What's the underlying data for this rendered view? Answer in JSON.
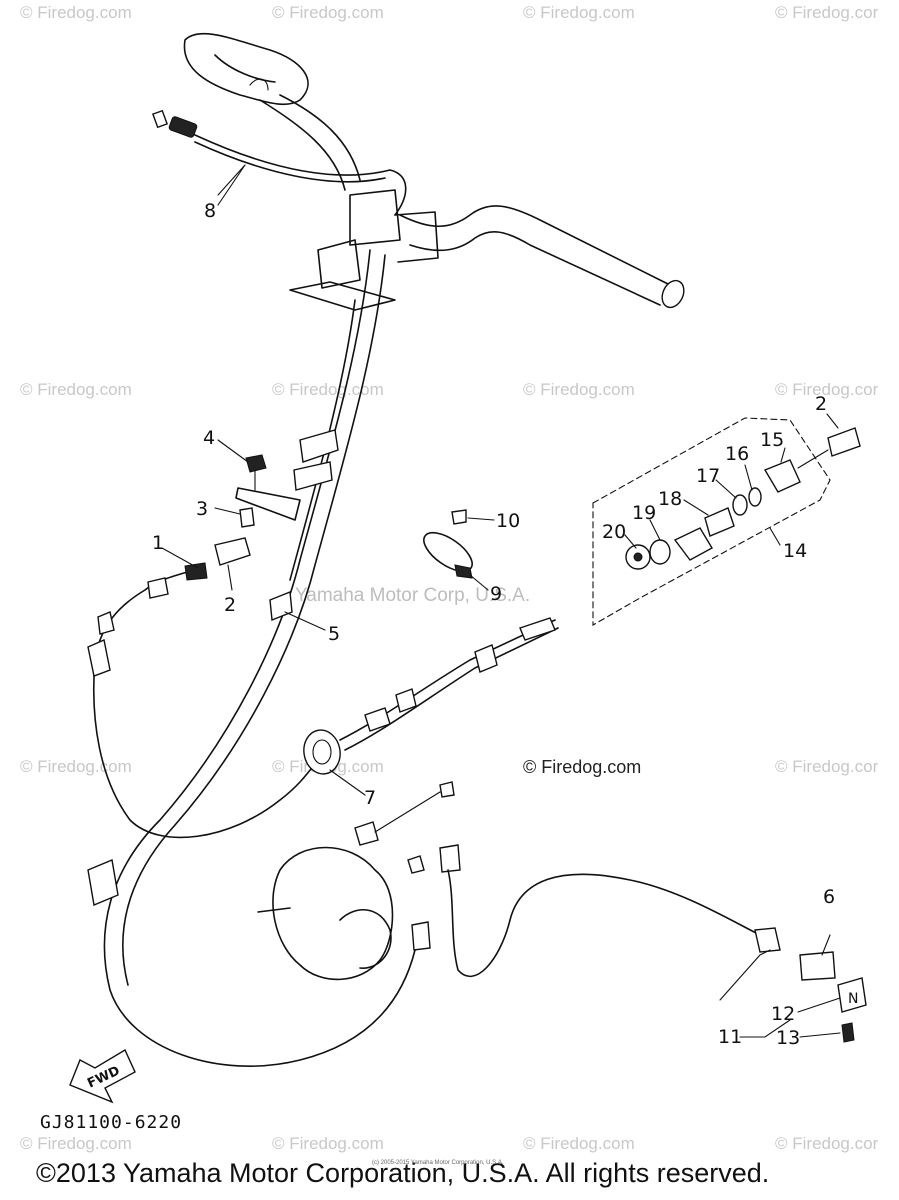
{
  "watermark": {
    "text": "© Firedog.com",
    "edge_text": "© Firedog.cor",
    "center_text": "© Firedog.com",
    "yamaha_text": "Yamaha Motor Corp, U.S.A."
  },
  "callouts": [
    "1",
    "2",
    "2",
    "3",
    "4",
    "5",
    "7",
    "8",
    "9",
    "10",
    "11",
    "12",
    "13",
    "14",
    "15",
    "16",
    "17",
    "18",
    "19",
    "20",
    "6"
  ],
  "labels": {
    "part_1": "1",
    "part_2a": "2",
    "part_2b": "2",
    "part_3": "3",
    "part_4": "4",
    "part_5": "5",
    "part_6": "6",
    "part_7": "7",
    "part_8": "8",
    "part_9": "9",
    "part_10": "10",
    "part_11": "11",
    "part_12": "12",
    "part_13": "13",
    "part_14": "14",
    "part_15": "15",
    "part_16": "16",
    "part_17": "17",
    "part_18": "18",
    "part_19": "19",
    "part_20": "20",
    "fwd": "FWD",
    "neutral_symbol": "N"
  },
  "diagram_code": "GJ81100-6220",
  "footer": {
    "copyright": "©2013 Yamaha Motor Corporation, U.S.A. All rights reserved.",
    "tiny_credit": "(c) 2005-2015 Yamaha Motor Corporation, U.S.A."
  }
}
